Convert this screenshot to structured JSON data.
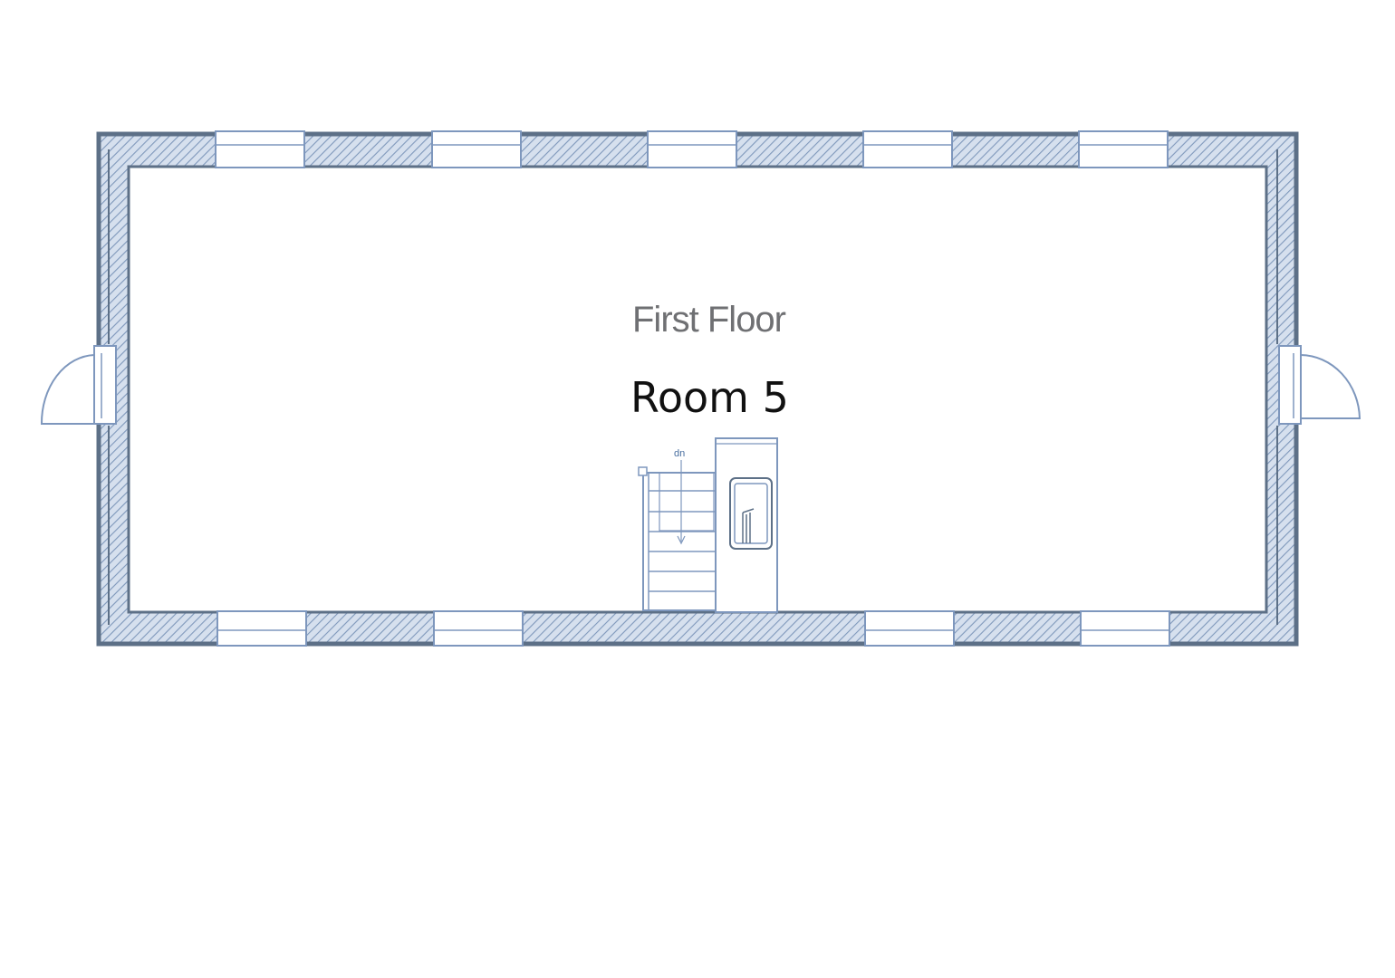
{
  "plan": {
    "floor_label": "First Floor",
    "room_label": "Room 5",
    "stair_direction_label": "dn"
  },
  "colors": {
    "wall_outline": "#5d7087",
    "wall_hatch": "#8fa6c4",
    "window_fill": "#ffffff",
    "fixture_line": "#7e97bd",
    "background": "#ffffff"
  },
  "icons": {
    "doors": "door-swing-icon",
    "stairs": "staircase-icon",
    "lift": "lift-icon"
  }
}
